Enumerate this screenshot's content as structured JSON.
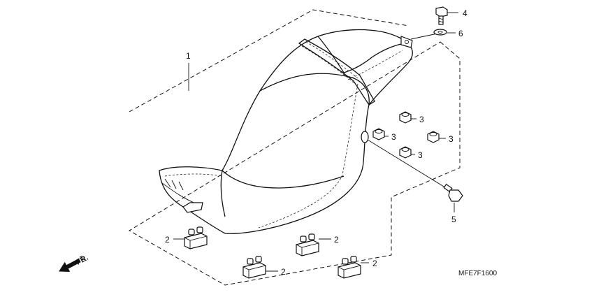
{
  "diagram": {
    "reference_code": "MFE7F1600",
    "direction_label": "FR.",
    "callouts": {
      "seat": "1",
      "bracket_a": "2",
      "bracket_b": "2",
      "bracket_c": "2",
      "bracket_d": "2",
      "grommet_a": "3",
      "grommet_b": "3",
      "grommet_c": "3",
      "grommet_d": "3",
      "bolt_top": "4",
      "bolt_bottom": "5",
      "washer": "6"
    }
  }
}
